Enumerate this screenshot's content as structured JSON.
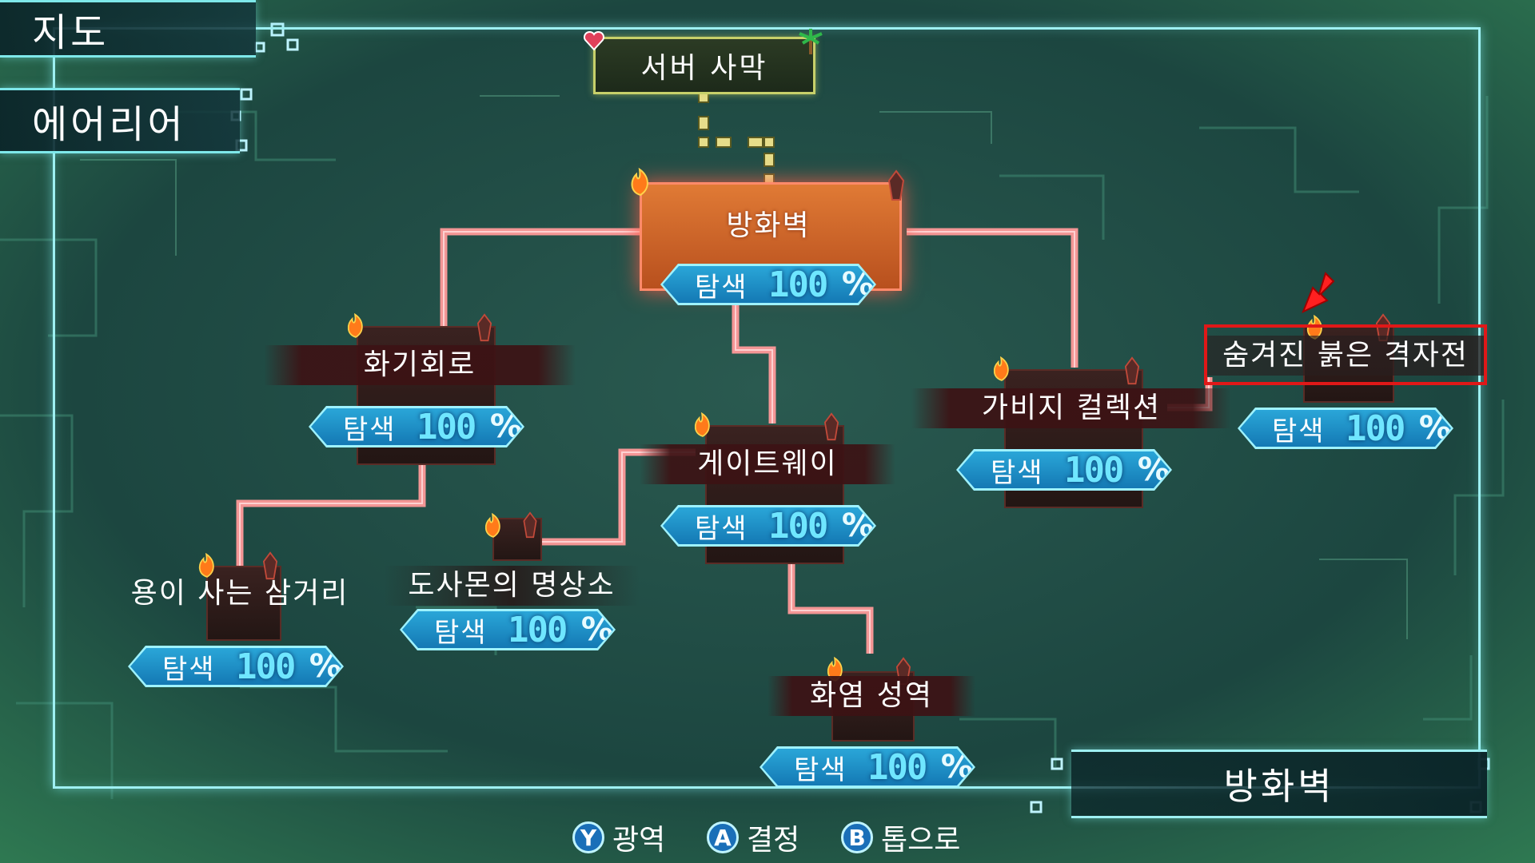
{
  "tabs": {
    "map": "지도",
    "area": "에어리어"
  },
  "server": {
    "title": "서버 사막"
  },
  "nodes": [
    {
      "label": "방화벽",
      "search": "탐색",
      "value": "100",
      "pct": "%"
    },
    {
      "label": "화기회로",
      "search": "탐색",
      "value": "100",
      "pct": "%"
    },
    {
      "label": "게이트웨이",
      "search": "탐색",
      "value": "100",
      "pct": "%"
    },
    {
      "label": "가비지 컬렉션",
      "search": "탐색",
      "value": "100",
      "pct": "%"
    },
    {
      "label": "숨겨진 붉은 격자전",
      "search": "탐색",
      "value": "100",
      "pct": "%"
    },
    {
      "label": "용이 사는 삼거리",
      "search": "탐색",
      "value": "100",
      "pct": "%"
    },
    {
      "label": "도사몬의 명상소",
      "search": "탐색",
      "value": "100",
      "pct": "%"
    },
    {
      "label": "화염 성역",
      "search": "탐색",
      "value": "100",
      "pct": "%"
    }
  ],
  "current_area": "방화벽",
  "controls": [
    {
      "key": "Y",
      "label": "광역"
    },
    {
      "key": "A",
      "label": "결정"
    },
    {
      "key": "B",
      "label": "톱으로"
    }
  ],
  "colors": {
    "frame": "#9ef0f2",
    "connector": "#ff8a8a",
    "active_node": "#e07a35",
    "pill": "#1f8fc8",
    "highlight": "#e01818",
    "arrow": "#ff2020"
  }
}
